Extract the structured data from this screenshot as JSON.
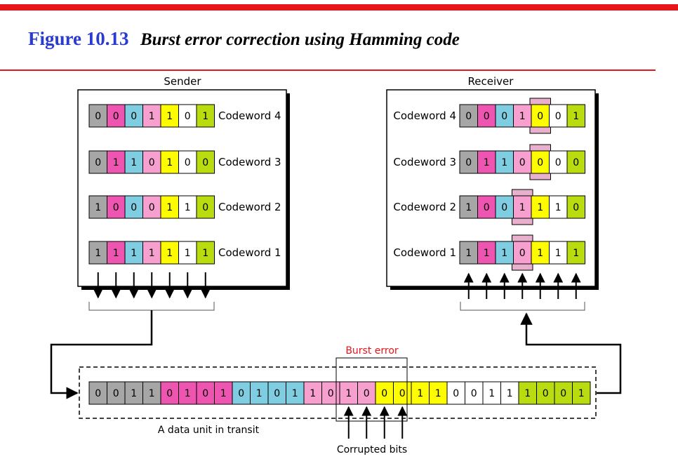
{
  "figure": {
    "number": "Figure 10.13",
    "caption": "Burst error correction using Hamming code"
  },
  "sender": {
    "title": "Sender",
    "codewords": [
      {
        "label": "Codeword 4",
        "bits": [
          "0",
          "0",
          "0",
          "1",
          "1",
          "0",
          "1"
        ]
      },
      {
        "label": "Codeword 3",
        "bits": [
          "0",
          "1",
          "1",
          "0",
          "1",
          "0",
          "0"
        ]
      },
      {
        "label": "Codeword 2",
        "bits": [
          "1",
          "0",
          "0",
          "0",
          "1",
          "1",
          "0"
        ]
      },
      {
        "label": "Codeword 1",
        "bits": [
          "1",
          "1",
          "1",
          "1",
          "1",
          "1",
          "1"
        ]
      }
    ]
  },
  "receiver": {
    "title": "Receiver",
    "codewords": [
      {
        "label": "Codeword 4",
        "bits": [
          "0",
          "0",
          "0",
          "1",
          "0",
          "0",
          "1"
        ],
        "corrupted_index": 4
      },
      {
        "label": "Codeword 3",
        "bits": [
          "0",
          "1",
          "1",
          "0",
          "0",
          "0",
          "0"
        ],
        "corrupted_index": 4
      },
      {
        "label": "Codeword 2",
        "bits": [
          "1",
          "0",
          "0",
          "1",
          "1",
          "1",
          "0"
        ],
        "corrupted_index": 3
      },
      {
        "label": "Codeword 1",
        "bits": [
          "1",
          "1",
          "1",
          "0",
          "1",
          "1",
          "1"
        ],
        "corrupted_index": 3
      }
    ]
  },
  "transit": {
    "label": "A data unit in transit",
    "bits": [
      "0",
      "0",
      "1",
      "1",
      "0",
      "1",
      "0",
      "1",
      "0",
      "1",
      "0",
      "1",
      "1",
      "0",
      "1",
      "0",
      "0",
      "0",
      "1",
      "1",
      "0",
      "0",
      "1",
      "1",
      "1",
      "0",
      "0",
      "1"
    ],
    "burst_label": "Burst error",
    "corrupted_label": "Corrupted bits"
  },
  "colors": {
    "accent_red": "#e8161a",
    "title_blue": "#2b3bd1",
    "bit_column_colors": [
      "#a6a6a6",
      "#ee55b0",
      "#7ecde0",
      "#f7a0d0",
      "#fdfd00",
      "#ffffff",
      "#b8dc10"
    ],
    "corrupted_marker": "#e8b0cc"
  }
}
